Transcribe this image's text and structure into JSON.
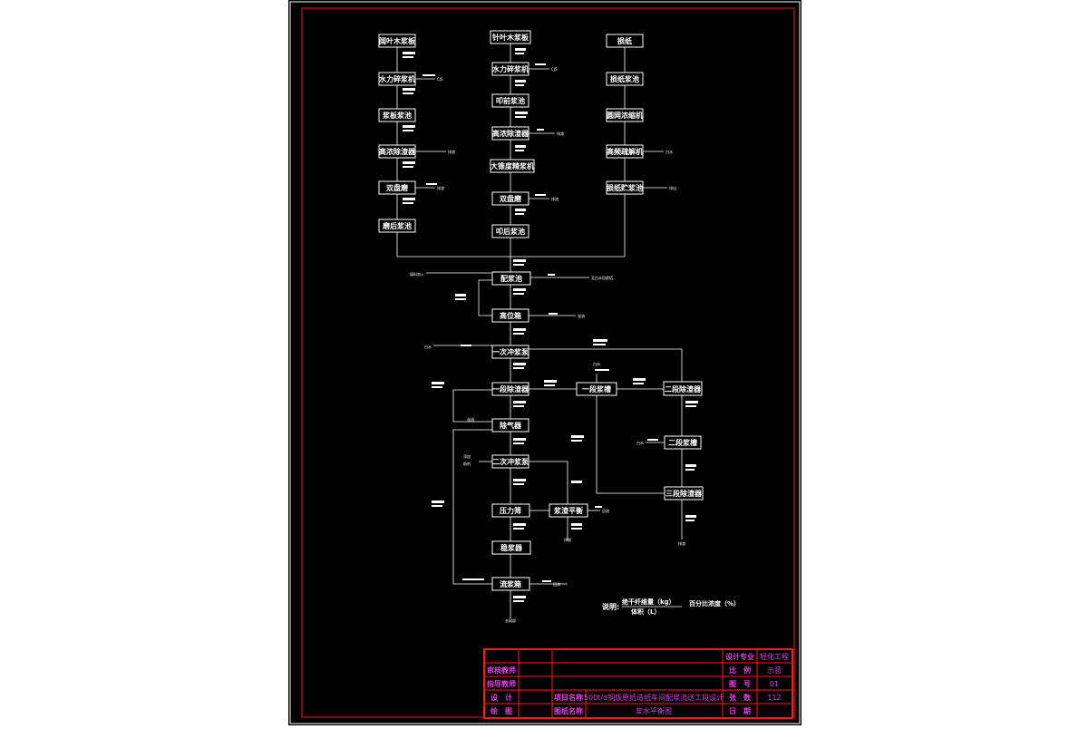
{
  "colors": {
    "paper": "#000000",
    "margin": "#ffffff",
    "frame_inner": "#e02020",
    "title_block": "#ff1a1a",
    "title_text": "#e040e0",
    "lines": "#ffffff"
  },
  "boxes": {
    "c1": [
      "阔叶木浆板",
      "水力碎浆机",
      "浆板浆池",
      "高浓除渣器",
      "双盘磨",
      "磨后浆池"
    ],
    "c2": [
      "针叶木浆板",
      "水力碎浆机",
      "叩前浆池",
      "高浓除渣器",
      "大锥度精浆机",
      "双盘磨",
      "叩后浆池"
    ],
    "c3": [
      "损纸",
      "损纸浆池",
      "圆网浓缩机",
      "高频疏解机",
      "损纸贮浆池"
    ],
    "main": [
      "配浆池",
      "高位箱",
      "一次冲浆泵",
      "一段除渣器",
      "除气器",
      "二次冲浆泵",
      "压力筛",
      "稳浆器",
      "流浆箱"
    ],
    "right": [
      "一段浆槽",
      "二段除渣器",
      "二段浆槽",
      "三段除渣器",
      "浆渣平衡"
    ]
  },
  "side_labels": {
    "c1_reject": "CJS",
    "c2_reject": "排渣",
    "c3_reject1": "白水",
    "c3_reject2": "排出",
    "pei_left": "填料加入",
    "pei_right": "至白水回收塔",
    "gao_right": "溢流",
    "chong_left": "白水",
    "chuqi_left": "溢流",
    "er_left1": "添加",
    "er_left2": "助剂",
    "right_top": "白水",
    "er_bai": "白水",
    "san_bottom": "排渣",
    "liu_right": "回流",
    "liu_bottom": "去网部",
    "wen_right": "回流",
    "zhaping_bottom": "排渣"
  },
  "legend": {
    "prefix": "说明:",
    "line1": "绝干纤维量（kg）",
    "line1b": "百分比浓度（%）",
    "line2": "体积（L）"
  },
  "title_block": {
    "roles": [
      "审核教师",
      "指导教师",
      "设　计",
      "绘　图"
    ],
    "project_label": "项目名称",
    "project_value": "500t/d铜版原纸造纸车间配浆流送工段设计",
    "drawing_label": "图纸名称",
    "drawing_value": "浆水平衡图",
    "right_labels": [
      "设计专业",
      "比　例",
      "图　号",
      "张　数",
      "日　期"
    ],
    "right_values": [
      "轻化工程",
      "示意",
      "01",
      "112",
      ""
    ]
  }
}
